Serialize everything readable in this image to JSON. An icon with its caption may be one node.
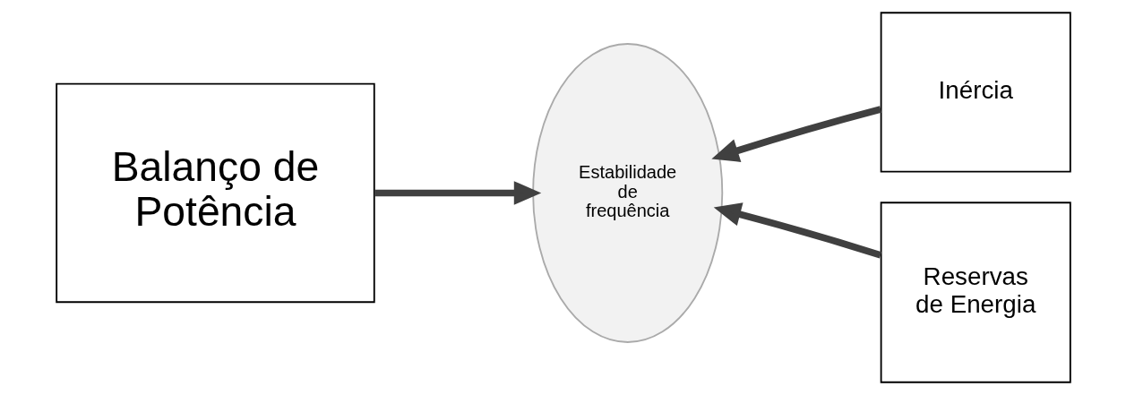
{
  "diagram": {
    "nodes": [
      {
        "text": [
          "Balanço de Potência"
        ]
      },
      {
        "text": [
          "Estabilidade de frequência"
        ]
      },
      {
        "text": [
          "Inércia"
        ]
      },
      {
        "text": [
          "Reservas de Energia"
        ]
      }
    ],
    "edges": [
      {
        "from": 0,
        "to": 1,
        "arrow": "to"
      },
      {
        "from": 2,
        "to": 1,
        "arrow": "to"
      },
      {
        "from": 3,
        "to": 1,
        "arrow": "to"
      }
    ]
  }
}
